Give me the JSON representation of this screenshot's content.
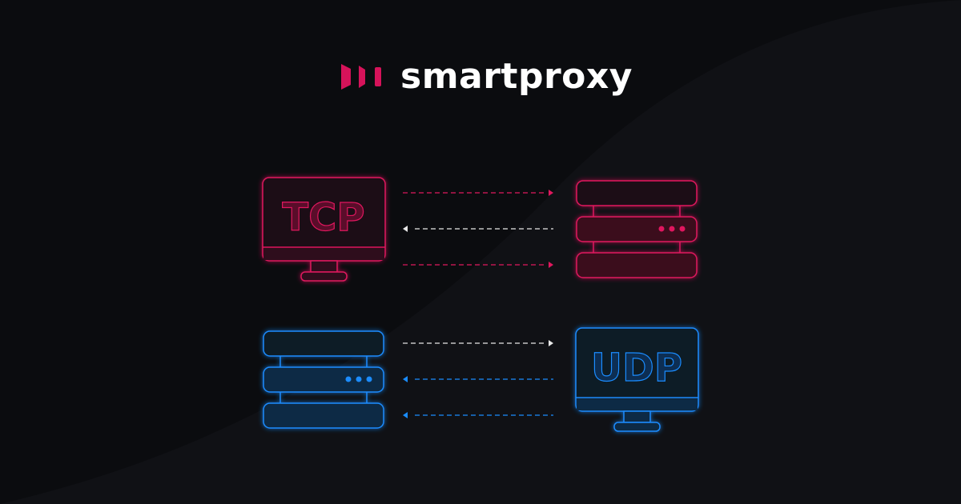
{
  "brand": {
    "name": "smartproxy",
    "accent_color": "#d6135a",
    "secondary_color": "#1a8cff"
  },
  "diagram": {
    "tcp": {
      "label": "TCP",
      "color": "#e0185e",
      "client": "monitor",
      "server": "server-stack",
      "arrows": [
        {
          "direction": "right",
          "color": "#e0185e"
        },
        {
          "direction": "left",
          "color": "#e8e8e8"
        },
        {
          "direction": "right",
          "color": "#e0185e"
        }
      ]
    },
    "udp": {
      "label": "UDP",
      "color": "#1a8cff",
      "client": "monitor",
      "server": "server-stack",
      "arrows": [
        {
          "direction": "right",
          "color": "#e8e8e8"
        },
        {
          "direction": "left",
          "color": "#1a8cff"
        },
        {
          "direction": "left",
          "color": "#1a8cff"
        }
      ]
    }
  }
}
